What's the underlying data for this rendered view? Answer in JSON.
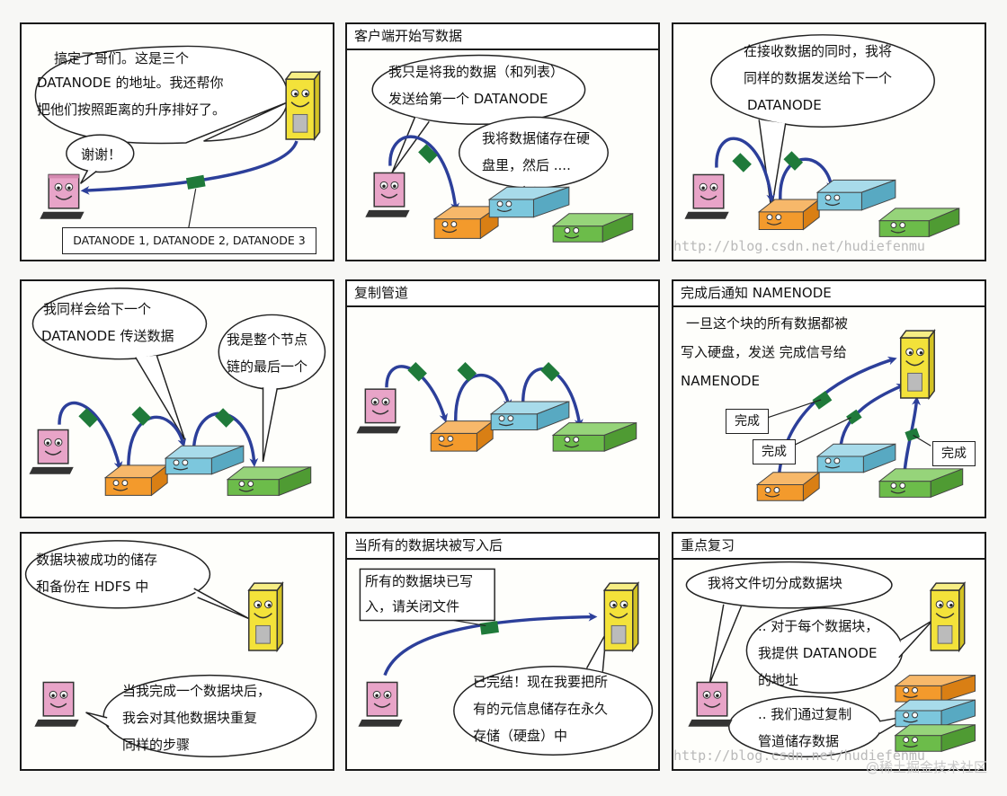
{
  "panels": [
    {
      "id": "p1",
      "lines": [
        "搞定了哥们。这是三个",
        "DATANODE 的地址。我还帮你",
        "把他们按照距离的升序排好了。"
      ],
      "thanks": "谢谢！",
      "address_label": "DATANODE 1, DATANODE 2, DATANODE 3"
    },
    {
      "id": "p2",
      "title": "客户端开始写数据",
      "client_lines": [
        "我只是将我的数据（和列表）",
        "发送给第一个 DATANODE"
      ],
      "node_lines": [
        "我将数据储存在硬",
        "盘里，然后 ...."
      ],
      "watermark": "http://blog.csdn.net/hudiefenmu"
    },
    {
      "id": "p3",
      "lines": [
        "在接收数据的同时，我将",
        "同样的数据发送给下一个",
        "DATANODE"
      ]
    },
    {
      "id": "p4",
      "left_lines": [
        "我同样会给下一个",
        "DATANODE 传送数据"
      ],
      "right_lines": [
        "我是整个节点",
        "链的最后一个"
      ]
    },
    {
      "id": "p5",
      "title": "复制管道"
    },
    {
      "id": "p6",
      "title": "完成后通知 NAMENODE",
      "lines": [
        "一旦这个块的所有数据都被",
        "写入硬盘，发送 完成信号给",
        "NAMENODE"
      ],
      "done_labels": [
        "完成",
        "完成",
        "完成"
      ]
    },
    {
      "id": "p7",
      "top_lines": [
        "数据块被成功的储存",
        "和备份在 HDFS 中"
      ],
      "bottom_lines": [
        "当我完成一个数据块后，",
        "我会对其他数据块重复",
        "同样的步骤"
      ]
    },
    {
      "id": "p8",
      "title": "当所有的数据块被写入后",
      "box_lines": [
        "所有的数据块已写",
        "入，请关闭文件"
      ],
      "reply_lines": [
        "已完结！现在我要把所",
        "有的元信息储存在永久",
        "存储（硬盘）中"
      ]
    },
    {
      "id": "p9",
      "title": "重点复习",
      "lines1": [
        "我将文件切分成数据块"
      ],
      "lines2": [
        ".. 对于每个数据块，",
        "我提供 DATANODE",
        "的地址"
      ],
      "lines3": [
        ".. 我们通过复制",
        "管道储存数据"
      ],
      "watermark": "http://blog.csdn.net/hudiefenmu"
    }
  ],
  "corner_watermark": "@稀土掘金技术社区",
  "colors": {
    "client": "#e8a4c8",
    "server": "#f3e23a",
    "node_orange": "#f39a2c",
    "node_blue": "#7cc7dd",
    "node_green": "#6cbc4a",
    "arrow": "#2c3f9a",
    "packet": "#1f7a3a"
  }
}
